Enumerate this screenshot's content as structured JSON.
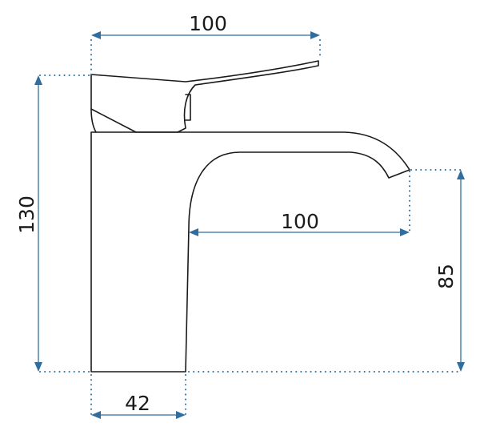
{
  "dimensions": {
    "top_width": "100",
    "spout_reach": "100",
    "total_height": "130",
    "spout_height": "85",
    "base_width": "42"
  },
  "colors": {
    "dimension": "#2f6e9e",
    "outline": "#1a1a1a",
    "background": "#ffffff"
  }
}
